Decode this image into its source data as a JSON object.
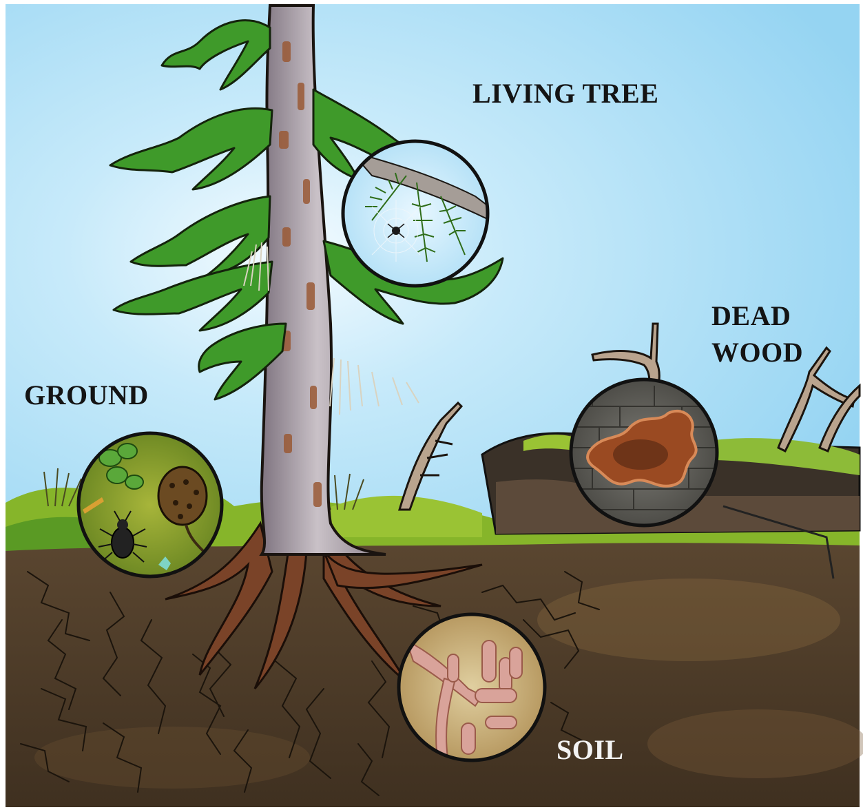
{
  "labels": {
    "living_tree": "LIVING TREE",
    "dead_wood": "DEAD\nWOOD",
    "ground": "GROUND",
    "soil": "SOIL"
  },
  "colors": {
    "sky": "#a6dcf4",
    "foliage": "#3f9a2a",
    "trunk": "#a49aa3",
    "moss": "#8fbf2a",
    "soil": "#4f3d28",
    "roots": "#6d3a24",
    "label_dark": "#141414",
    "label_light": "#f3f3f3"
  }
}
